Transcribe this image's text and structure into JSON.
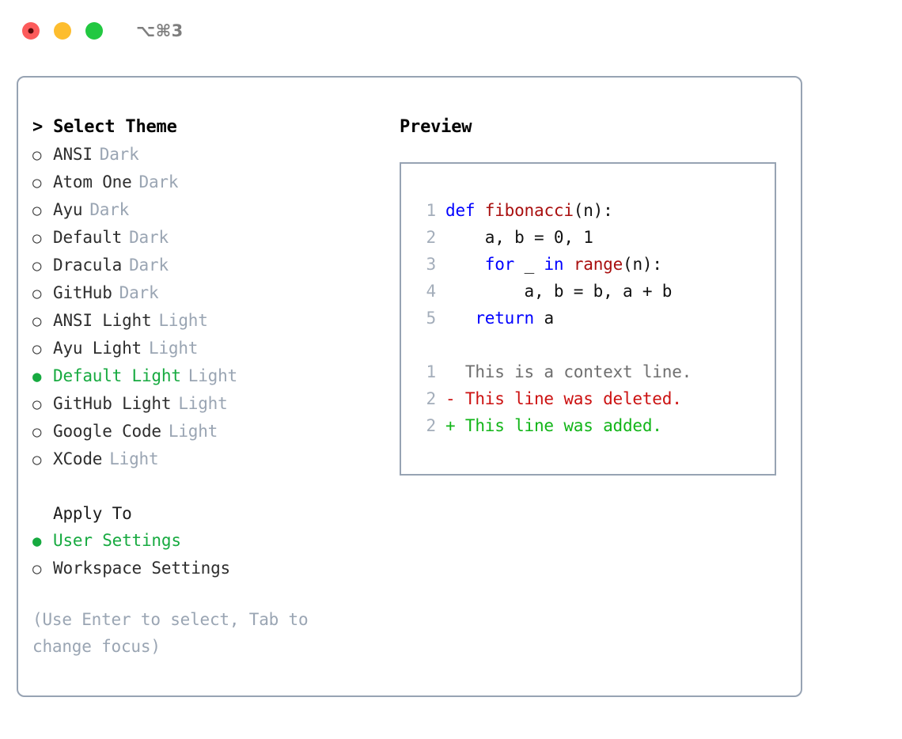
{
  "titlebar": {
    "shortcut": "⌥⌘3",
    "dots": [
      {
        "name": "close-button",
        "color": "#fc5b5b"
      },
      {
        "name": "minimize-button",
        "color": "#fdbd2e"
      },
      {
        "name": "maximize-button",
        "color": "#22c841"
      }
    ]
  },
  "colors": {
    "accent_green": "#17aa40",
    "muted": "#9aa5b3",
    "border": "#97a3b3",
    "keyword_blue": "#0000ff",
    "function_red": "#a90f0f",
    "diff_add": "#12b518",
    "diff_del": "#cc1111"
  },
  "theme_panel": {
    "heading": "> Select Theme",
    "options": [
      {
        "label": "ANSI",
        "tag": "Dark",
        "selected": false,
        "bullet": "○"
      },
      {
        "label": "Atom One",
        "tag": "Dark",
        "selected": false,
        "bullet": "○"
      },
      {
        "label": "Ayu",
        "tag": "Dark",
        "selected": false,
        "bullet": "○"
      },
      {
        "label": "Default",
        "tag": "Dark",
        "selected": false,
        "bullet": "○"
      },
      {
        "label": "Dracula",
        "tag": "Dark",
        "selected": false,
        "bullet": "○"
      },
      {
        "label": "GitHub",
        "tag": "Dark",
        "selected": false,
        "bullet": "○"
      },
      {
        "label": "ANSI Light",
        "tag": "Light",
        "selected": false,
        "bullet": "○"
      },
      {
        "label": "Ayu Light",
        "tag": "Light",
        "selected": false,
        "bullet": "○"
      },
      {
        "label": "Default Light",
        "tag": "Light",
        "selected": true,
        "bullet": "●"
      },
      {
        "label": "GitHub Light",
        "tag": "Light",
        "selected": false,
        "bullet": "○"
      },
      {
        "label": "Google Code",
        "tag": "Light",
        "selected": false,
        "bullet": "○"
      },
      {
        "label": "XCode",
        "tag": "Light",
        "selected": false,
        "bullet": "○"
      }
    ]
  },
  "apply_to": {
    "heading": "Apply To",
    "options": [
      {
        "label": "User Settings",
        "selected": true,
        "bullet": "●"
      },
      {
        "label": "Workspace Settings",
        "selected": false,
        "bullet": "○"
      }
    ]
  },
  "hint": "(Use Enter to select, Tab to change focus)",
  "preview": {
    "heading": "Preview",
    "code_lines": [
      {
        "no": "1",
        "parts": [
          {
            "t": "def ",
            "c": "kw"
          },
          {
            "t": "fibonacci",
            "c": "fn"
          },
          {
            "t": "(n):",
            "c": "code-text"
          }
        ]
      },
      {
        "no": "2",
        "parts": [
          {
            "t": "    a, b = 0, 1",
            "c": "code-text"
          }
        ]
      },
      {
        "no": "3",
        "parts": [
          {
            "t": "    ",
            "c": "code-text"
          },
          {
            "t": "for",
            "c": "kw"
          },
          {
            "t": " _ ",
            "c": "code-text"
          },
          {
            "t": "in",
            "c": "kw"
          },
          {
            "t": " ",
            "c": "code-text"
          },
          {
            "t": "range",
            "c": "fn"
          },
          {
            "t": "(n):",
            "c": "code-text"
          }
        ]
      },
      {
        "no": "4",
        "parts": [
          {
            "t": "        a, b = b, a + b",
            "c": "code-text"
          }
        ]
      },
      {
        "no": "5",
        "parts": [
          {
            "t": "   ",
            "c": "code-text"
          },
          {
            "t": "return",
            "c": "kw"
          },
          {
            "t": " a",
            "c": "code-text"
          }
        ]
      }
    ],
    "diff_lines": [
      {
        "no": "1",
        "marker": "  ",
        "text": "This is a context line.",
        "kind": "diff-ctx"
      },
      {
        "no": "2",
        "marker": "- ",
        "text": "This line was deleted.",
        "kind": "diff-del"
      },
      {
        "no": "2",
        "marker": "+ ",
        "text": "This line was added.",
        "kind": "diff-add"
      }
    ]
  }
}
